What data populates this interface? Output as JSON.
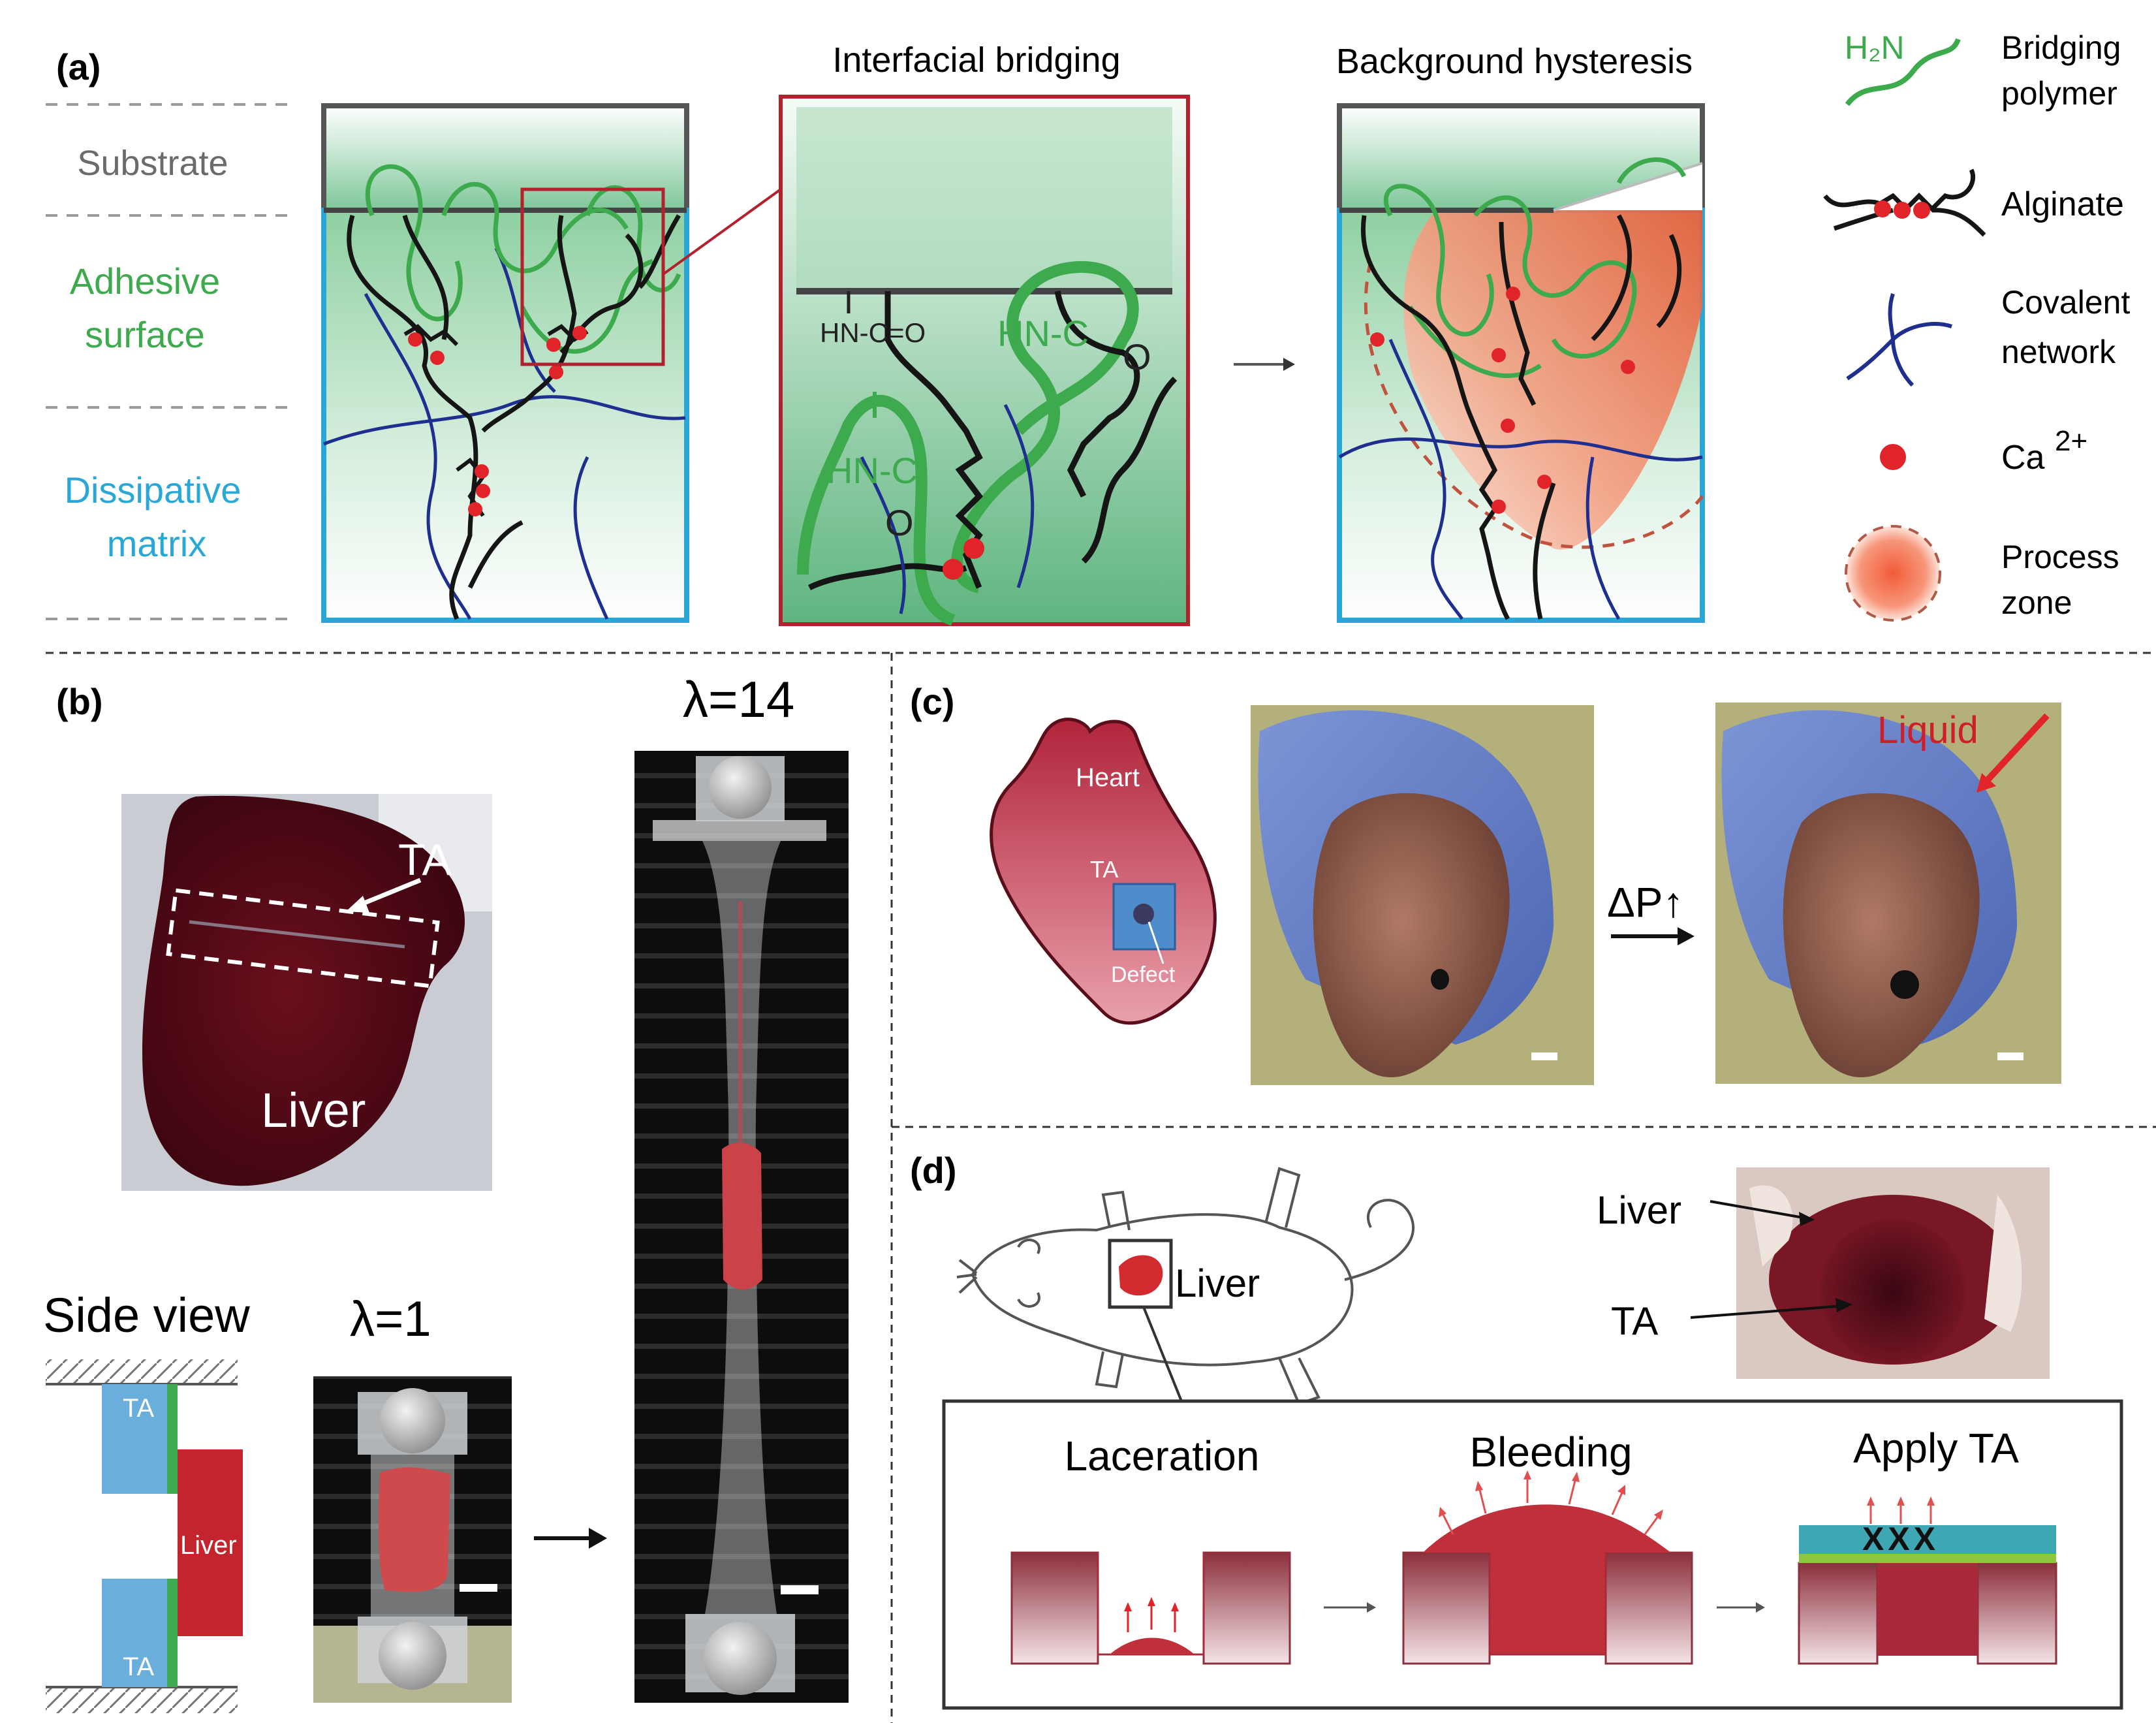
{
  "panel_a": {
    "label": "(a)",
    "layers": {
      "substrate": "Substrate",
      "adhesive_1": "Adhesive",
      "adhesive_2": "surface",
      "dissipative_1": "Dissipative",
      "dissipative_2": "matrix"
    },
    "title_bridging": "Interfacial bridging",
    "title_hysteresis": "Background hysteresis",
    "chem": {
      "hn1": "HN-C=O",
      "hn2": "HN-C",
      "o2": "O",
      "hn3": "HN-C",
      "o3": "O"
    },
    "legend": {
      "h2n": "H₂N",
      "bridging_1": "Bridging",
      "bridging_2": "polymer",
      "alginate": "Alginate",
      "covalent_1": "Covalent",
      "covalent_2": "network",
      "ca": "Ca",
      "ca_sup": "2+",
      "process_1": "Process",
      "process_2": "zone"
    },
    "colors": {
      "green": "#3daa4d",
      "cyan": "#29a8d8",
      "red": "#e0242a",
      "darkred": "#b2212c",
      "navy": "#1f2f8f"
    }
  },
  "panel_b": {
    "label": "(b)",
    "ta": "TA",
    "liver": "Liver",
    "side_view": "Side view",
    "lambda1": "λ=1",
    "lambda14": "λ=14",
    "schem_ta_top": "TA",
    "schem_ta_bottom": "TA",
    "schem_liver": "Liver"
  },
  "panel_c": {
    "label": "(c)",
    "heart": "Heart",
    "ta": "TA",
    "defect": "Defect",
    "dp": "ΔP↑",
    "liquid": "Liquid"
  },
  "panel_d": {
    "label": "(d)",
    "liver_rat": "Liver",
    "liver_photo": "Liver",
    "ta_photo": "TA",
    "laceration": "Laceration",
    "bleeding": "Bleeding",
    "apply_ta": "Apply TA",
    "xs": "XXX"
  }
}
